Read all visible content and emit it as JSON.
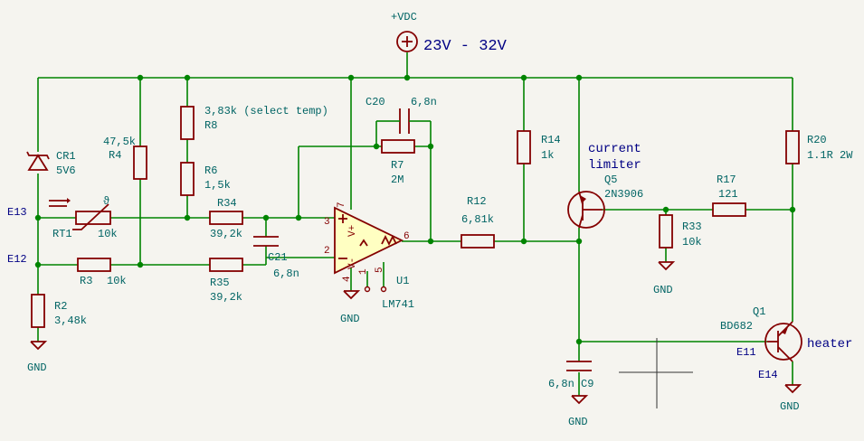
{
  "power": {
    "vdc_label": "+VDC",
    "voltage": "23V - 32V"
  },
  "gnd_labels": {
    "g1": "GND",
    "g2": "GND",
    "g3": "GND",
    "g4": "GND",
    "g5": "GND"
  },
  "nets": {
    "e13": "E13",
    "e12": "E12",
    "e11": "E11",
    "e14": "E14"
  },
  "components": {
    "cr1": {
      "ref": "CR1",
      "value": "5V6"
    },
    "rt1": {
      "ref": "RT1",
      "value": "10k"
    },
    "r2": {
      "ref": "R2",
      "value": "3,48k"
    },
    "r3": {
      "ref": "R3",
      "value": "10k"
    },
    "r4": {
      "ref": "R4",
      "value": "47,5k"
    },
    "r8": {
      "ref": "R8",
      "value": "3,83k (select temp)"
    },
    "r6": {
      "ref": "R6",
      "value": "1,5k"
    },
    "r34": {
      "ref": "R34",
      "value": "39,2k"
    },
    "r35": {
      "ref": "R35",
      "value": "39,2k"
    },
    "c21": {
      "ref": "C21",
      "value": "6,8n"
    },
    "c20": {
      "ref": "C20",
      "value": "6,8n"
    },
    "r7": {
      "ref": "R7",
      "value": "2M"
    },
    "u1": {
      "ref": "U1",
      "value": "LM741"
    },
    "r12": {
      "ref": "R12",
      "value": "6,81k"
    },
    "r14": {
      "ref": "R14",
      "value": "1k"
    },
    "q5": {
      "ref": "Q5",
      "value": "2N3906",
      "note": "current limiter"
    },
    "r17": {
      "ref": "R17",
      "value": "121"
    },
    "r33": {
      "ref": "R33",
      "value": "10k"
    },
    "r20": {
      "ref": "R20",
      "value": "1.1R 2W"
    },
    "c9": {
      "ref": "C9",
      "value": "6,8n"
    },
    "q1": {
      "ref": "Q1",
      "value": "BD682",
      "note": "heater"
    }
  },
  "pins": {
    "p3": "3",
    "p2": "2",
    "p6": "6",
    "p7": "7",
    "p4": "4",
    "p1": "1",
    "p5": "5",
    "vplus": "V+",
    "vminus": "V-"
  }
}
